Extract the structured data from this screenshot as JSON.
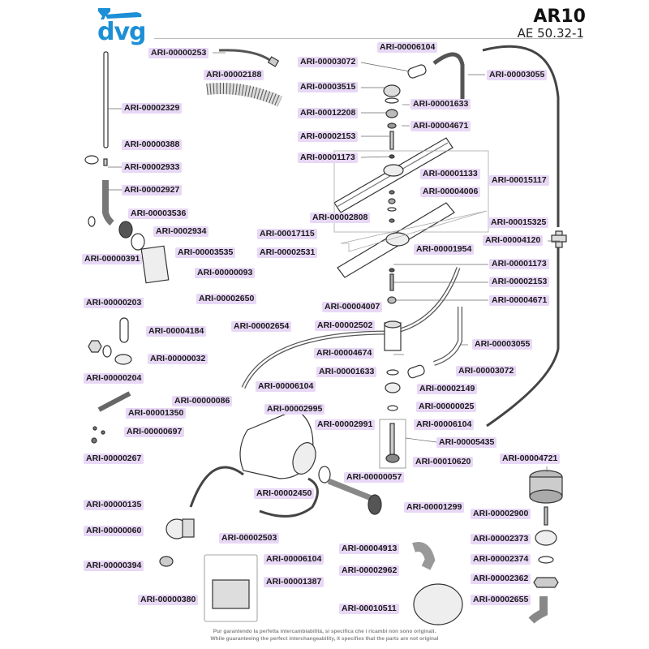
{
  "header": {
    "brand": "dvg",
    "brand_color": "#1d8fd6",
    "model": "AR10",
    "model_code": "AE 50.32-1"
  },
  "label_color": "#e8d8f6",
  "parts": [
    {
      "code": "ARI-00000253"
    },
    {
      "code": "ARI-00002188"
    },
    {
      "code": "ARI-00002329"
    },
    {
      "code": "ARI-00000388"
    },
    {
      "code": "ARI-00002933"
    },
    {
      "code": "ARI-00002927"
    },
    {
      "code": "ARI-00003536"
    },
    {
      "code": "ARI-0002934"
    },
    {
      "code": "ARI-00003535"
    },
    {
      "code": "ARI-00000391"
    },
    {
      "code": "ARI-00006104"
    },
    {
      "code": "ARI-00003072"
    },
    {
      "code": "ARI-00003055"
    },
    {
      "code": "ARI-00003515"
    },
    {
      "code": "ARI-00001633"
    },
    {
      "code": "ARI-00012208"
    },
    {
      "code": "ARI-00004671"
    },
    {
      "code": "ARI-00002153"
    },
    {
      "code": "ARI-00001173"
    },
    {
      "code": "ARI-00001133"
    },
    {
      "code": "ARI-00015117"
    },
    {
      "code": "ARI-00004006"
    },
    {
      "code": "ARI-00002808"
    },
    {
      "code": "ARI-00015325"
    },
    {
      "code": "ARI-00017115"
    },
    {
      "code": "ARI-00004120"
    },
    {
      "code": "ARI-00002531"
    },
    {
      "code": "ARI-00001954"
    },
    {
      "code": "ARI-00000093"
    },
    {
      "code": "ARI-00001173"
    },
    {
      "code": "ARI-00002153"
    },
    {
      "code": "ARI-00002650"
    },
    {
      "code": "ARI-00004671"
    },
    {
      "code": "ARI-00004007"
    },
    {
      "code": "ARI-00000203"
    },
    {
      "code": "ARI-00002654"
    },
    {
      "code": "ARI-00002502"
    },
    {
      "code": "ARI-00004184"
    },
    {
      "code": "ARI-00004674"
    },
    {
      "code": "ARI-00003055"
    },
    {
      "code": "ARI-00000032"
    },
    {
      "code": "ARI-00001633"
    },
    {
      "code": "ARI-00003072"
    },
    {
      "code": "ARI-00000204"
    },
    {
      "code": "ARI-00006104"
    },
    {
      "code": "ARI-00002149"
    },
    {
      "code": "ARI-00000086"
    },
    {
      "code": "ARI-00002995"
    },
    {
      "code": "ARI-00000025"
    },
    {
      "code": "ARI-00001350"
    },
    {
      "code": "ARI-00002991"
    },
    {
      "code": "ARI-00006104"
    },
    {
      "code": "ARI-00000697"
    },
    {
      "code": "ARI-00005435"
    },
    {
      "code": "ARI-00000267"
    },
    {
      "code": "ARI-00010620"
    },
    {
      "code": "ARI-00004721"
    },
    {
      "code": "ARI-00000057"
    },
    {
      "code": "ARI-00000135"
    },
    {
      "code": "ARI-00002450"
    },
    {
      "code": "ARI-00001299"
    },
    {
      "code": "ARI-00002900"
    },
    {
      "code": "ARI-00000060"
    },
    {
      "code": "ARI-00002503"
    },
    {
      "code": "ARI-00002373"
    },
    {
      "code": "ARI-00006104"
    },
    {
      "code": "ARI-00004913"
    },
    {
      "code": "ARI-00002374"
    },
    {
      "code": "ARI-00000394"
    },
    {
      "code": "ARI-00002962"
    },
    {
      "code": "ARI-00002362"
    },
    {
      "code": "ARI-00001387"
    },
    {
      "code": "ARI-00000380"
    },
    {
      "code": "ARI-00002655"
    },
    {
      "code": "ARI-00010511"
    }
  ],
  "footer": {
    "line1": "Pur garantendo la perfetta intercambiabilità, si specifica che i ricambi non sono originali.",
    "line2": "While guaranteeing the perfect interchangeability, it specifies that the parts are not original"
  }
}
